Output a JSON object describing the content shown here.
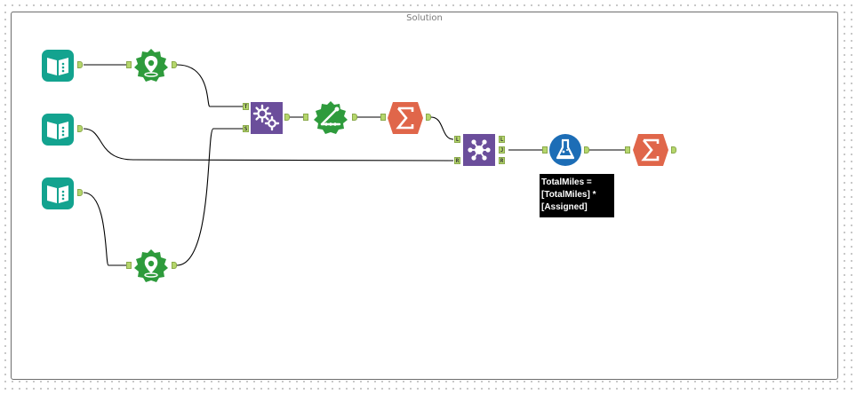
{
  "container": {
    "title": "Solution"
  },
  "annotation": {
    "lines": [
      "TotalMiles =",
      "[TotalMiles] *",
      "[Assigned]"
    ]
  },
  "anchors": {
    "append_target": "T",
    "append_source": "S",
    "join_left": "L",
    "join_right": "R",
    "join_out_l": "L",
    "join_out_j": "J",
    "join_out_r": "R"
  },
  "icons": {
    "input": "book-icon",
    "create_points": "map-pin-icon",
    "append": "gears-icon",
    "distance": "ruler-icon",
    "summarize": "sigma-icon",
    "join": "join-nodes-icon",
    "formula": "flask-icon"
  },
  "colors": {
    "input_teal": "#13a38f",
    "spatial_green": "#2e9b3c",
    "join_purple": "#6b4e9b",
    "transform_orange": "#e0664a",
    "formula_blue": "#1c6db6",
    "anchor_green": "#b5d66c",
    "wire": "#000000",
    "container_border": "#6e6e6e"
  }
}
